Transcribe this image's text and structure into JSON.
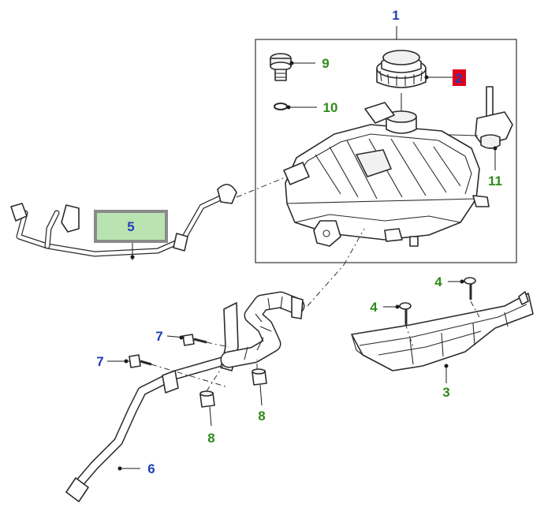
{
  "colors": {
    "blue_label": "#1f3fb4",
    "green_label": "#2e8b1a",
    "highlight_red": "#e0001b",
    "highlight_box_fill": "#b9e3b1",
    "highlight_box_border": "#8a8a8a"
  },
  "callouts": {
    "c1": "1",
    "c2": "2",
    "c3": "3",
    "c4a": "4",
    "c4b": "4",
    "c5": "5",
    "c6": "6",
    "c7a": "7",
    "c7b": "7",
    "c8a": "8",
    "c8b": "8",
    "c9": "9",
    "c10": "10",
    "c11": "11"
  }
}
